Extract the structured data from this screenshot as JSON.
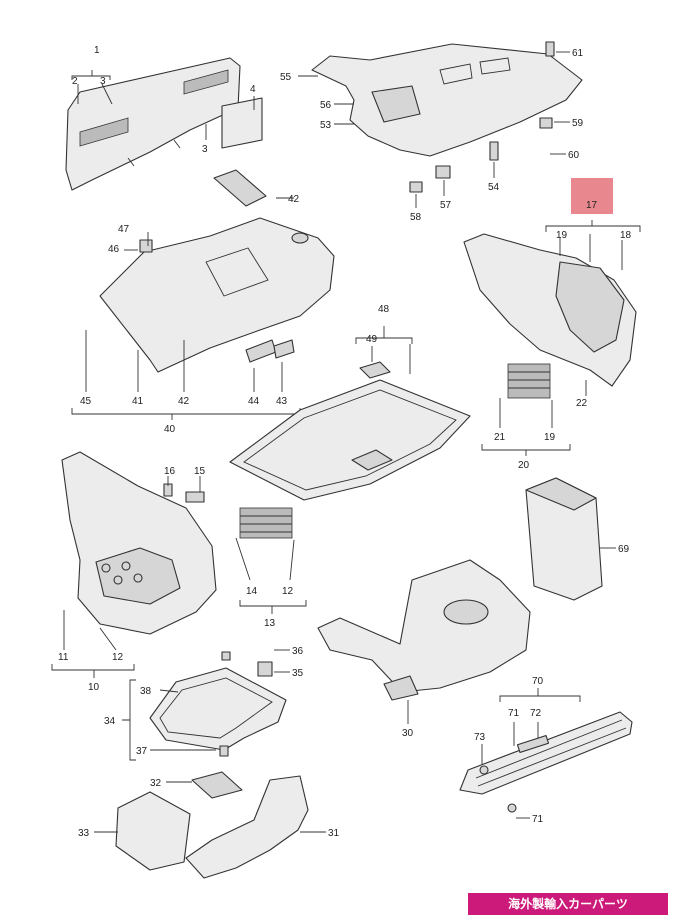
{
  "callouts": {
    "c1": "1",
    "c2": "2",
    "c3a": "3",
    "c3b": "3",
    "c4": "4",
    "c42a": "42",
    "c47": "47",
    "c46": "46",
    "c45": "45",
    "c41": "41",
    "c42b": "42",
    "c44": "44",
    "c43": "43",
    "c40": "40",
    "c55": "55",
    "c56": "56",
    "c53": "53",
    "c61": "61",
    "c59": "59",
    "c60": "60",
    "c54": "54",
    "c58": "58",
    "c57": "57",
    "c17": "17",
    "c19a": "19",
    "c18": "18",
    "c22": "22",
    "c21": "21",
    "c19b": "19",
    "c20": "20",
    "c48": "48",
    "c49": "49",
    "c16": "16",
    "c15": "15",
    "c14": "14",
    "c12a": "12",
    "c13": "13",
    "c11": "11",
    "c12b": "12",
    "c10": "10",
    "c36": "36",
    "c38": "38",
    "c35": "35",
    "c34": "34",
    "c37": "37",
    "c32": "32",
    "c33": "33",
    "c31": "31",
    "c69": "69",
    "c30": "30",
    "c70": "70",
    "c71a": "71",
    "c72": "72",
    "c73": "73",
    "c71b": "71"
  },
  "highlight_color": "#e8888e",
  "banner": {
    "text": "海外製輸入カーパーツ",
    "color": "#cc1a7a"
  }
}
